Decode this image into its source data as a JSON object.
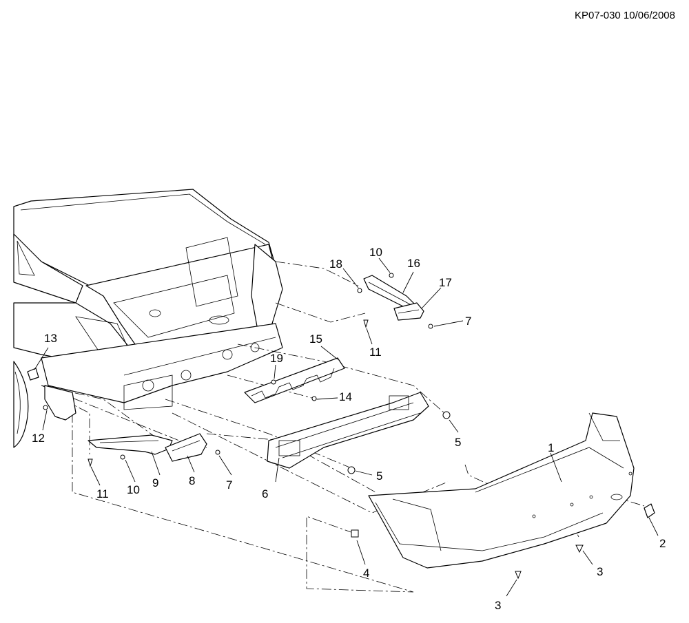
{
  "document": {
    "id_date": "KP07-030 10/06/2008"
  },
  "callouts": {
    "c1": "1",
    "c2": "2",
    "c3a": "3",
    "c3b": "3",
    "c4": "4",
    "c5a": "5",
    "c5b": "5",
    "c6": "6",
    "c7a": "7",
    "c7b": "7",
    "c8": "8",
    "c9": "9",
    "c10a": "10",
    "c10b": "10",
    "c11a": "11",
    "c11b": "11",
    "c12": "12",
    "c13": "13",
    "c14": "14",
    "c15": "15",
    "c16": "16",
    "c17": "17",
    "c18": "18",
    "c19": "19"
  }
}
